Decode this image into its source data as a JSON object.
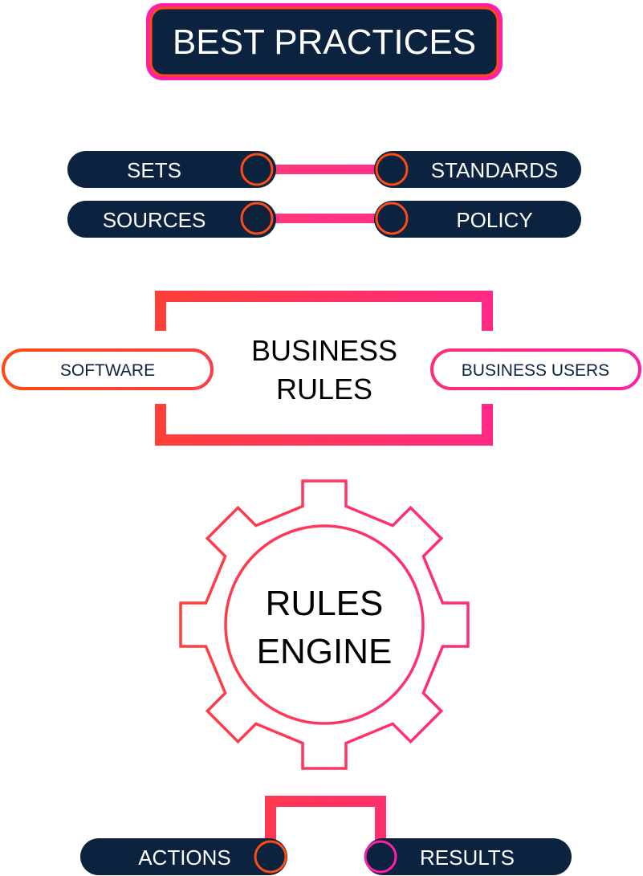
{
  "title": "BEST PRACTICES",
  "inputs": {
    "left_top": "SETS",
    "left_bottom": "SOURCES",
    "right_top": "STANDARDS",
    "right_bottom": "POLICY"
  },
  "business_rules": {
    "line1": "BUSINESS",
    "line2": "RULES",
    "left_tag": "SOFTWARE",
    "right_tag": "BUSINESS USERS"
  },
  "engine": {
    "line1": "RULES",
    "line2": "ENGINE"
  },
  "outputs": {
    "left": "ACTIONS",
    "right": "RESULTS"
  },
  "colors": {
    "navy": "#0c2340",
    "orange": "#ff4a14",
    "pink": "#ff1fa8"
  }
}
